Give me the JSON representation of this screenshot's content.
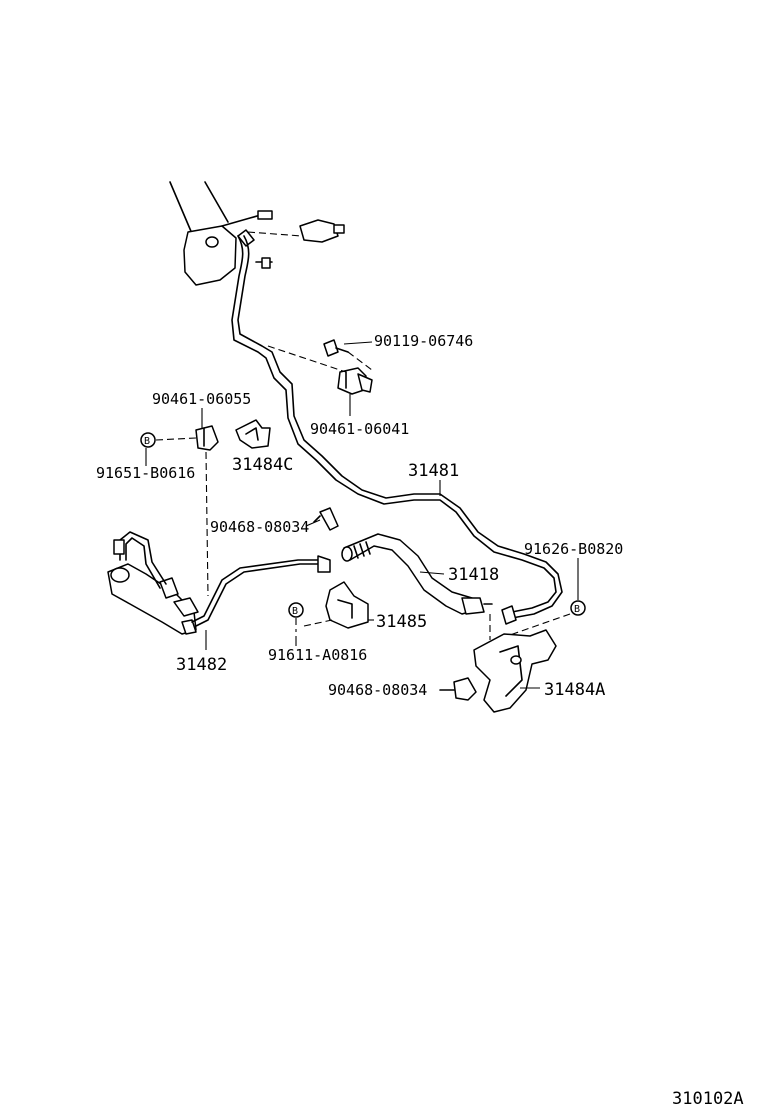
{
  "diagram": {
    "code": "310102A",
    "labels": {
      "p90119": "90119-06746",
      "p90461a": "90461-06055",
      "p90461b": "90461-06041",
      "p91651": "91651-B0616",
      "p31484c": "31484C",
      "p31481": "31481",
      "p90468a": "90468-08034",
      "p91626": "91626-B0820",
      "p31418": "31418",
      "p31485": "31485",
      "p91611": "91611-A0816",
      "p31482": "31482",
      "p90468b": "90468-08034",
      "p31484a": "31484A"
    },
    "bolt_marker": "B"
  }
}
